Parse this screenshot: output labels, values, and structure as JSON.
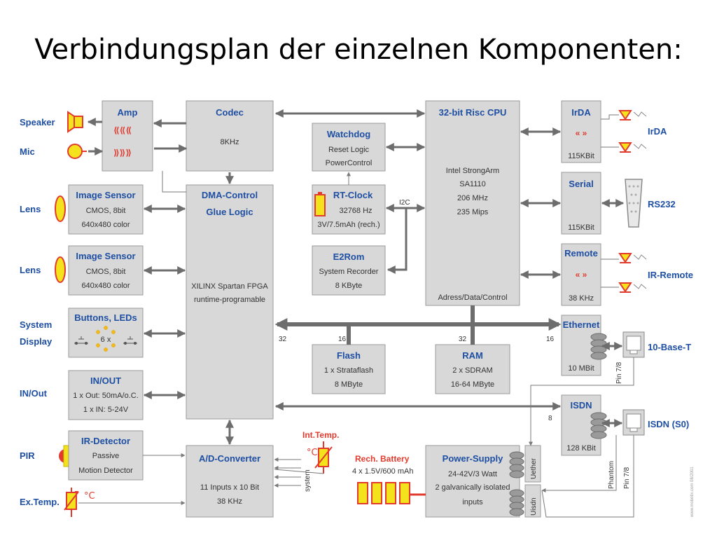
{
  "title": "Verbindungsplan der einzelnen Komponenten:",
  "left_labels": {
    "speaker": "Speaker",
    "mic": "Mic",
    "lens1": "Lens",
    "lens2": "Lens",
    "system": "System",
    "display": "Display",
    "inout": "IN/Out",
    "pir": "PIR",
    "extemp": "Ex.Temp."
  },
  "right_labels": {
    "irda": "IrDA",
    "rs232": "RS232",
    "irremote": "IR-Remote",
    "tenbase": "10-Base-T",
    "isdn": "ISDN (S0)"
  },
  "blocks": {
    "amp": {
      "title": "Amp",
      "left_arrows": "⟪⟪⟪",
      "right_arrows": "⟫⟫⟫"
    },
    "codec": {
      "title": "Codec",
      "l1": "8KHz"
    },
    "watchdog": {
      "title": "Watchdog",
      "l1": "Reset Logic",
      "l2": "PowerControl"
    },
    "cpu": {
      "title": "32-bit Risc CPU",
      "l1": "Intel StrongArm",
      "l2": "SA1110",
      "l3": "206 MHz",
      "l4": "235 Mips",
      "l5": "Adress/Data/Control"
    },
    "irda": {
      "title": "IrDA",
      "arrows": "« »",
      "l1": "115KBit"
    },
    "img1": {
      "title": "Image Sensor",
      "l1": "CMOS, 8bit",
      "l2": "640x480 color"
    },
    "img2": {
      "title": "Image Sensor",
      "l1": "CMOS, 8bit",
      "l2": "640x480 color"
    },
    "dma": {
      "t1": "DMA-Control",
      "t2": "Glue Logic",
      "l1": "XILINX Spartan FPGA",
      "l2": "runtime-programable"
    },
    "rtc": {
      "title": "RT-Clock",
      "l1": "32768 Hz",
      "l2": "3V/7.5mAh (rech.)"
    },
    "serial": {
      "title": "Serial",
      "l1": "115KBit"
    },
    "e2rom": {
      "title": "E2Rom",
      "l1": "System Recorder",
      "l2": "8 KByte"
    },
    "remote": {
      "title": "Remote",
      "arrows": "« »",
      "l1": "38 KHz"
    },
    "buttons": {
      "title": "Buttons, LEDs",
      "l1": "6 x"
    },
    "ethernet": {
      "title": "Ethernet",
      "l1": "10 MBit"
    },
    "inout": {
      "title": "IN/OUT",
      "l1": "1 x Out: 50mA/o.C.",
      "l2": "1 x IN: 5-24V"
    },
    "flash": {
      "title": "Flash",
      "l1": "1 x Strataflash",
      "l2": "8 MByte"
    },
    "ram": {
      "title": "RAM",
      "l1": "2 x SDRAM",
      "l2": "16-64 MByte"
    },
    "isdn": {
      "title": "ISDN",
      "l1": "128 KBit"
    },
    "irdet": {
      "title": "IR-Detector",
      "l1": "Passive",
      "l2": "Motion Detector"
    },
    "adc": {
      "title": "A/D-Converter",
      "l1": "11 Inputs x 10 Bit",
      "l2": "38 KHz"
    },
    "psu": {
      "title": "Power-Supply",
      "l1": "24-42V/3 Watt",
      "l2": "2 galvanically isolated",
      "l3": "inputs"
    }
  },
  "wires": {
    "i2c": "I2C",
    "bus32l": "32",
    "bus16a": "16",
    "bus32b": "32",
    "bus16r": "16",
    "isdn8": "8",
    "pin78a": "Pin 7/8",
    "phantom": "Phantom",
    "pin78b": "Pin 7/8",
    "system": "system",
    "uether": "Uether",
    "uisdn": "Uisdn"
  },
  "annotations": {
    "inttemp": "Int.Temp.",
    "degc": "°C",
    "degc2": "°C",
    "battery": "Rech. Battery",
    "battery_spec": "4 x 1.5V/600 mAh",
    "footer": "www.mobotix.com 08/2001"
  },
  "colors": {
    "block_fill": "#d8d8d8",
    "text_blue": "#1e4fa3",
    "accent_red": "#e23b2e",
    "yellow": "#f3e21c",
    "line_gray": "#6d6d6d"
  }
}
